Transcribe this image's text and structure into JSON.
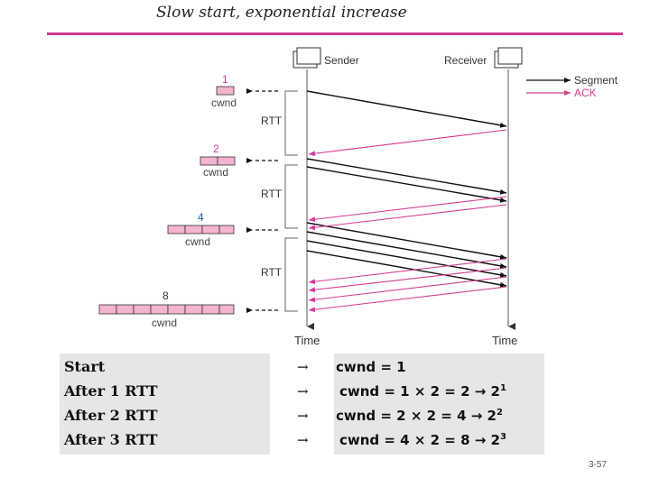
{
  "title": "Slow start, exponential increase",
  "diagram": {
    "sender_label": "Sender",
    "receiver_label": "Receiver",
    "time_label": "Time",
    "rtt_label": "RTT",
    "cwnd_label": "cwnd",
    "legend": {
      "segment": "Segment",
      "ack": "ACK"
    },
    "windows": [
      "1",
      "2",
      "4",
      "8"
    ],
    "colors": {
      "accent": "#d63a8f",
      "segment": "#111111",
      "box_fill": "#f4b3cf",
      "panel": "#e6e6e6"
    }
  },
  "table": {
    "rows": [
      {
        "label": "Start",
        "arrow": "→",
        "formula": "cwnd = 1",
        "power": ""
      },
      {
        "label": "After 1 RTT",
        "arrow": "→",
        "formula": "cwnd = 1 × 2 = 2 → 2",
        "power": "1"
      },
      {
        "label": "After 2 RTT",
        "arrow": "→",
        "formula": "cwnd = 2 × 2 = 4 → 2",
        "power": "2"
      },
      {
        "label": "After 3 RTT",
        "arrow": "→",
        "formula": "cwnd = 4 × 2 = 8 → 2",
        "power": "3"
      }
    ]
  },
  "page_number": "3-57"
}
